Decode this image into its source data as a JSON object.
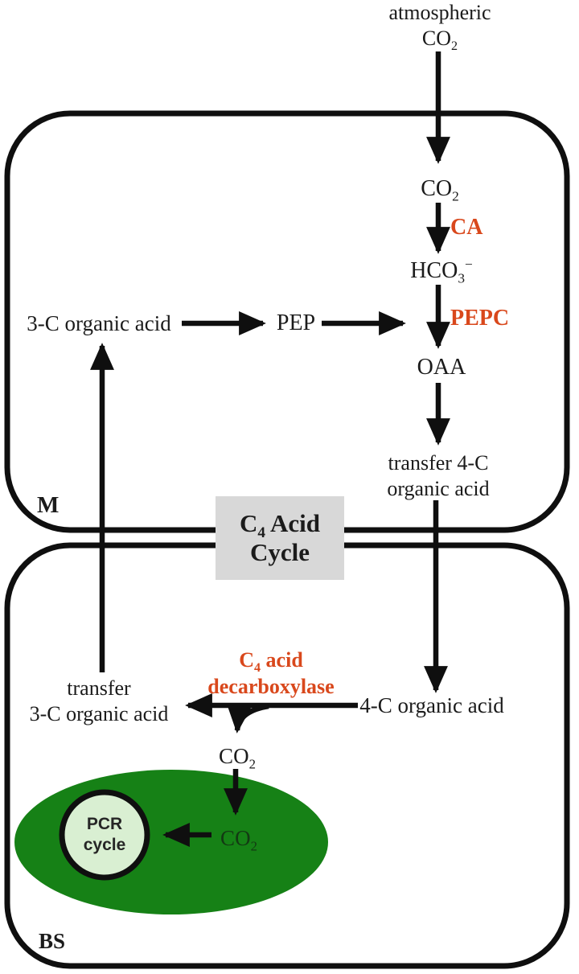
{
  "colors": {
    "enzyme_red": "#d9481c",
    "cell_border_black": "#0f0f0f",
    "chloroplast_green": "#168116",
    "pcr_circle_fill": "#d9efd2",
    "c4_box_gray": "#d8d8d8",
    "co2_in_chloroplast_text": "#133913"
  },
  "atmospheric": {
    "line1": "atmospheric",
    "co2": {
      "base": "CO",
      "sub": "2"
    }
  },
  "mesophyll": {
    "label": "M",
    "co2": {
      "base": "CO",
      "sub": "2"
    },
    "ca": "CA",
    "hco3": {
      "base": "HCO",
      "sub": "3",
      "sup": "−"
    },
    "pepc": "PEPC",
    "oaa": "OAA",
    "transfer_4c": {
      "line1": "transfer 4-C",
      "line2": "organic acid"
    },
    "three_c_acid": "3-C organic acid",
    "pep": "PEP"
  },
  "c4_box": {
    "line1": {
      "pre": "C",
      "sub": "4",
      "post": " Acid"
    },
    "line2": "Cycle"
  },
  "bundle_sheath": {
    "label": "BS",
    "four_c_acid": "4-C organic acid",
    "decarboxylase": {
      "line1": {
        "pre": "C",
        "sub": "4",
        "post": " acid"
      },
      "line2": "decarboxylase"
    },
    "transfer_3c": {
      "line1": "transfer",
      "line2": "3-C organic acid"
    },
    "co2_released": {
      "base": "CO",
      "sub": "2"
    },
    "co2_chloroplast": {
      "base": "CO",
      "sub": "2"
    },
    "pcr": {
      "line1": "PCR",
      "line2": "cycle"
    }
  }
}
